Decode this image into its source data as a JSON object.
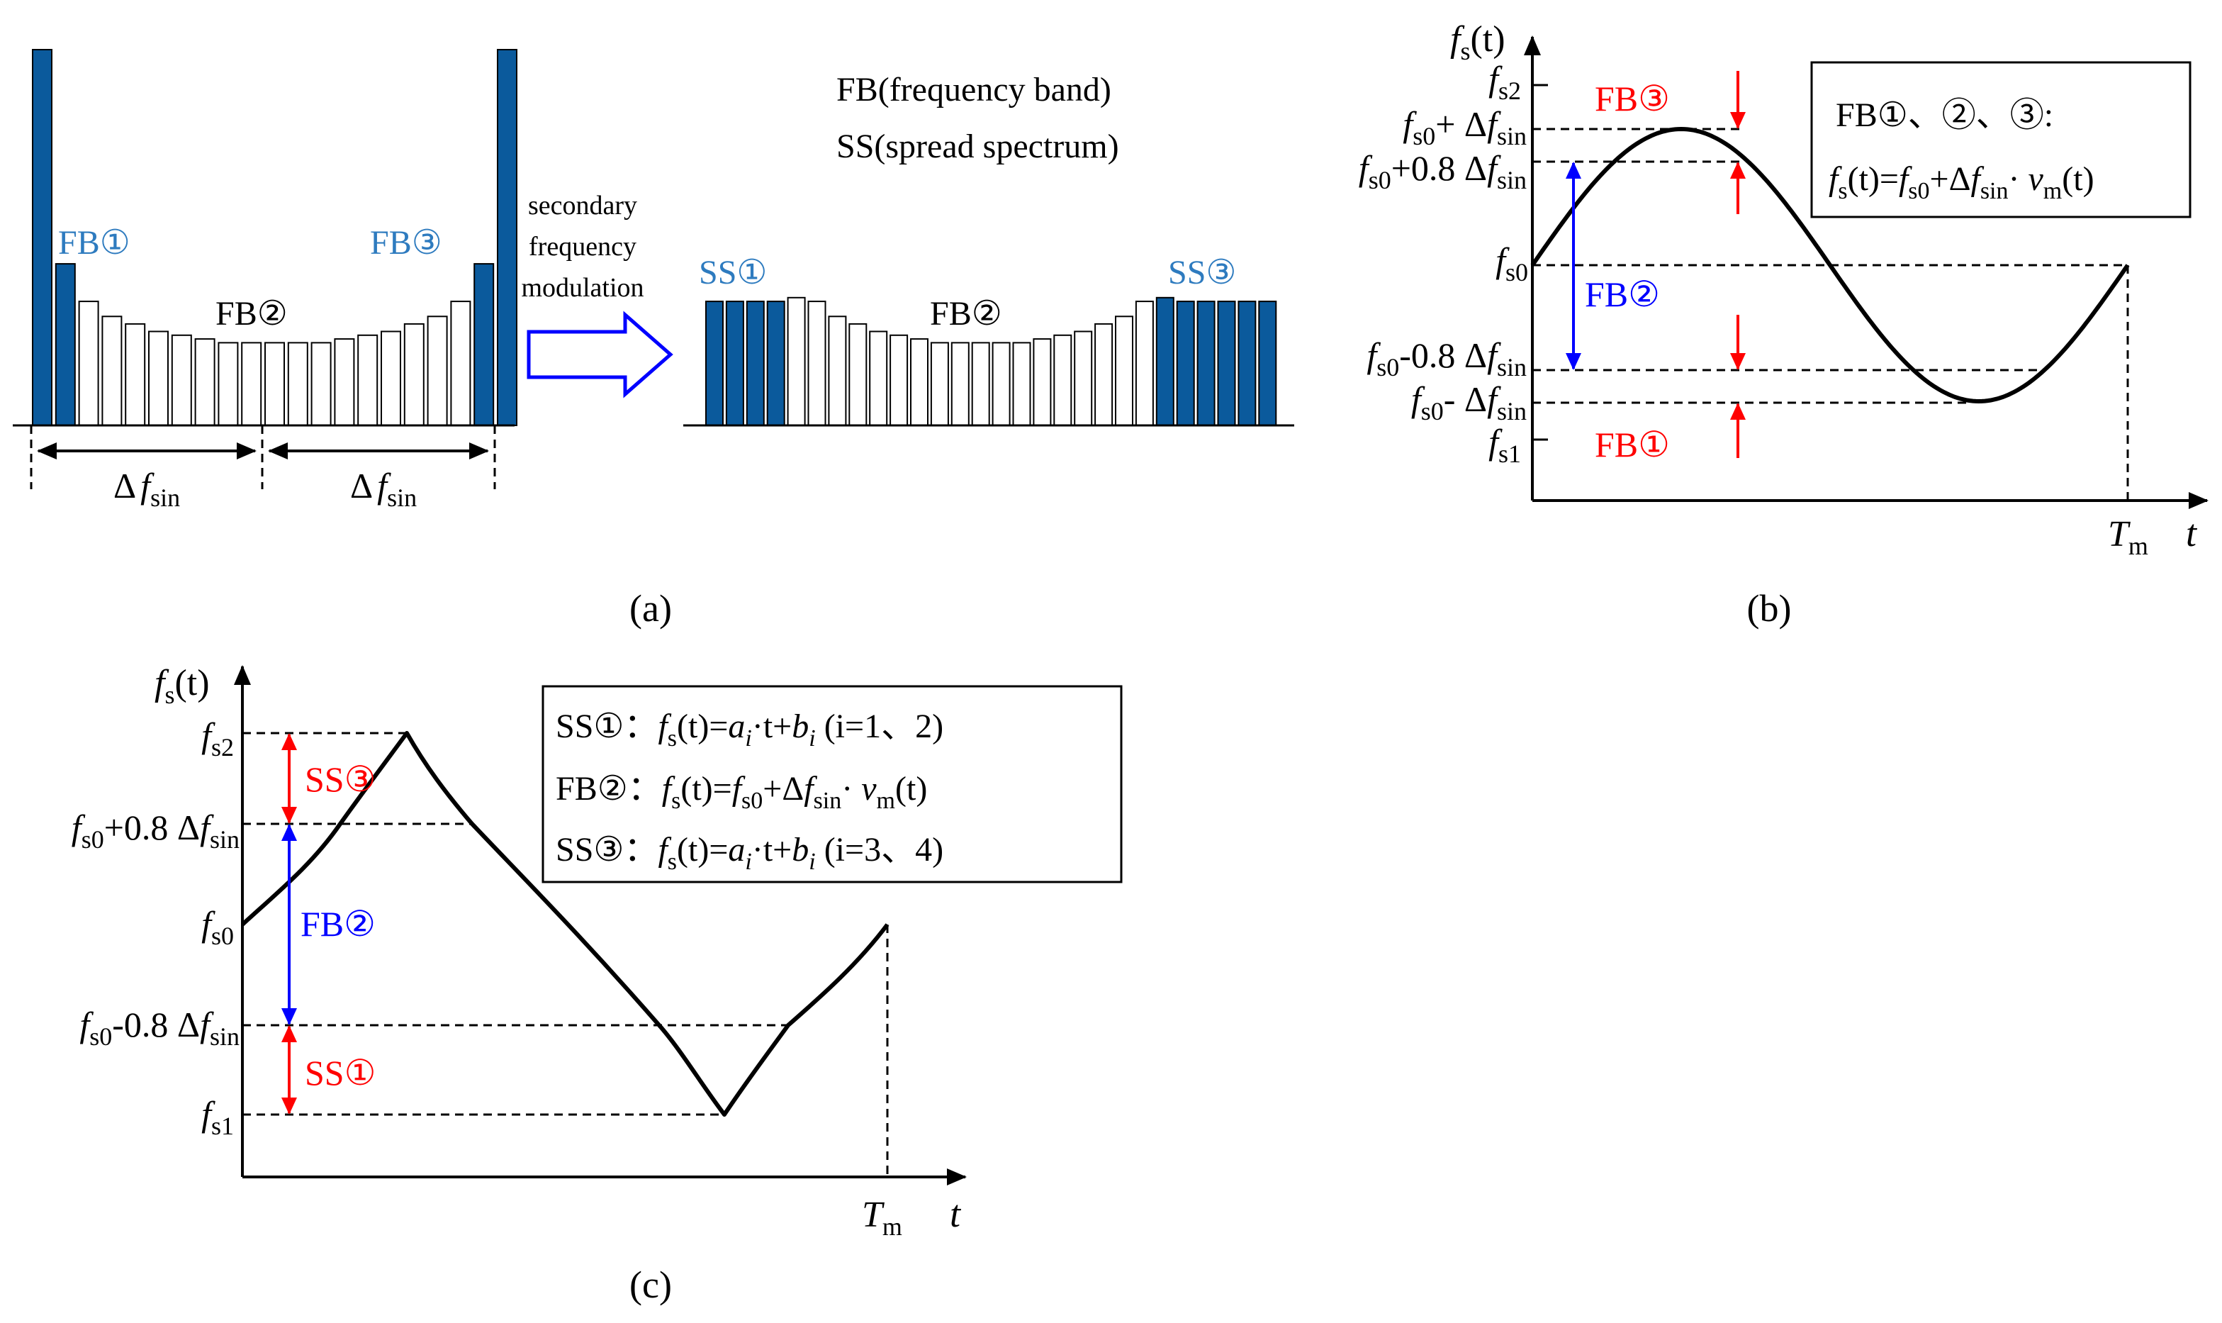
{
  "colors": {
    "blue_bar": "#0b5a9c",
    "label_blue": "#2e7bbf",
    "red": "#ff0000",
    "arrow_blue": "#0000ff",
    "black": "#000000"
  },
  "panel_a": {
    "caption": "(a)",
    "legend_fb": "FB(frequency band)",
    "legend_ss": "SS(spread spectrum)",
    "modulation": [
      "secondary",
      "frequency",
      "modulation"
    ],
    "left": {
      "fb1": "FB①",
      "fb2": "FB②",
      "fb3": "FB③",
      "delta": "Δ",
      "f": "f",
      "sin": "sin"
    },
    "right": {
      "ss1": "SS①",
      "fb2": "FB②",
      "ss3": "SS③"
    },
    "left_bars": [
      1.0,
      0.43,
      0.33,
      0.29,
      0.27,
      0.25,
      0.24,
      0.23,
      0.22,
      0.22,
      0.22,
      0.22,
      0.22,
      0.23,
      0.24,
      0.25,
      0.27,
      0.29,
      0.33,
      0.43,
      1.0
    ],
    "left_bar_kinds": [
      "blue",
      "blue",
      "white",
      "white",
      "white",
      "white",
      "white",
      "white",
      "white",
      "white",
      "white",
      "white",
      "white",
      "white",
      "white",
      "white",
      "white",
      "white",
      "white",
      "blue",
      "blue"
    ],
    "right_bars": [
      0.33,
      0.33,
      0.33,
      0.33,
      0.34,
      0.33,
      0.29,
      0.27,
      0.25,
      0.24,
      0.23,
      0.22,
      0.22,
      0.22,
      0.22,
      0.22,
      0.23,
      0.24,
      0.25,
      0.27,
      0.29,
      0.33,
      0.34,
      0.33,
      0.33,
      0.33,
      0.33,
      0.33
    ],
    "right_bar_kinds": [
      "blue",
      "blue",
      "blue",
      "blue",
      "white",
      "white",
      "white",
      "white",
      "white",
      "white",
      "white",
      "white",
      "white",
      "white",
      "white",
      "white",
      "white",
      "white",
      "white",
      "white",
      "white",
      "white",
      "blue",
      "blue",
      "blue",
      "blue",
      "blue",
      "blue"
    ]
  },
  "panel_b": {
    "caption": "(b)",
    "y_axis": {
      "f": "f",
      "s": "s",
      "t": "(t)"
    },
    "x_axis": "t",
    "tm": {
      "T": "T",
      "m": "m"
    },
    "ticks": {
      "fs2": {
        "f": "f",
        "sub": "s2"
      },
      "fmax": {
        "pre": "f",
        "sub0": "s0",
        "mid": "+ Δ",
        "f2": "f",
        "sub2": "sin"
      },
      "fp08": {
        "pre": "f",
        "sub0": "s0",
        "mid": "+0.8 Δ",
        "f2": "f",
        "sub2": "sin"
      },
      "fs0": {
        "f": "f",
        "sub": "s0"
      },
      "fm08": {
        "pre": "f",
        "sub0": "s0",
        "mid": "-0.8 Δ",
        "f2": "f",
        "sub2": "sin"
      },
      "fmin": {
        "pre": "f",
        "sub0": "s0",
        "mid": "- Δ",
        "f2": "f",
        "sub2": "sin"
      },
      "fs1": {
        "f": "f",
        "sub": "s1"
      }
    },
    "labels": {
      "fb3": "FB③",
      "fb2": "FB②",
      "fb1": "FB①"
    },
    "box": {
      "line1": "FB①、②、③:",
      "line2_parts": [
        "f",
        "s",
        "(t)=",
        "f",
        "s0",
        "+Δ",
        "f",
        "sin",
        "· ",
        "v",
        "m",
        "(t)"
      ]
    }
  },
  "panel_c": {
    "caption": "(c)",
    "y_axis": {
      "f": "f",
      "s": "s",
      "t": "(t)"
    },
    "x_axis": "t",
    "tm": {
      "T": "T",
      "m": "m"
    },
    "ticks": {
      "fs2": {
        "f": "f",
        "sub": "s2"
      },
      "fp08": {
        "pre": "f",
        "sub0": "s0",
        "mid": "+0.8 Δ",
        "f2": "f",
        "sub2": "sin"
      },
      "fs0": {
        "f": "f",
        "sub": "s0"
      },
      "fm08": {
        "pre": "f",
        "sub0": "s0",
        "mid": "-0.8 Δ",
        "f2": "f",
        "sub2": "sin"
      },
      "fs1": {
        "f": "f",
        "sub": "s1"
      }
    },
    "labels": {
      "ss3": "SS③",
      "fb2": "FB②",
      "ss1": "SS①"
    },
    "box": {
      "row1": {
        "tag": "SS①：",
        "f": "f",
        "s": "s",
        "eq": "(t)=",
        "a": "a",
        "i1": "i",
        "mid": "·t+",
        "b": "b",
        "i2": "i",
        "range": " (i=1、2)"
      },
      "row2": {
        "tag": "FB②：",
        "f": "f",
        "s": "s",
        "eq": "(t)=",
        "f0": "f",
        "s0": "s0",
        "plus": "+Δ",
        "f2": "f",
        "sin": "sin",
        "dot": "· ",
        "v": "v",
        "m": "m",
        "end": "(t)"
      },
      "row3": {
        "tag": "SS③：",
        "f": "f",
        "s": "s",
        "eq": "(t)=",
        "a": "a",
        "i1": "i",
        "mid": "·t+",
        "b": "b",
        "i2": "i",
        "range": " (i=3、4)"
      }
    }
  }
}
